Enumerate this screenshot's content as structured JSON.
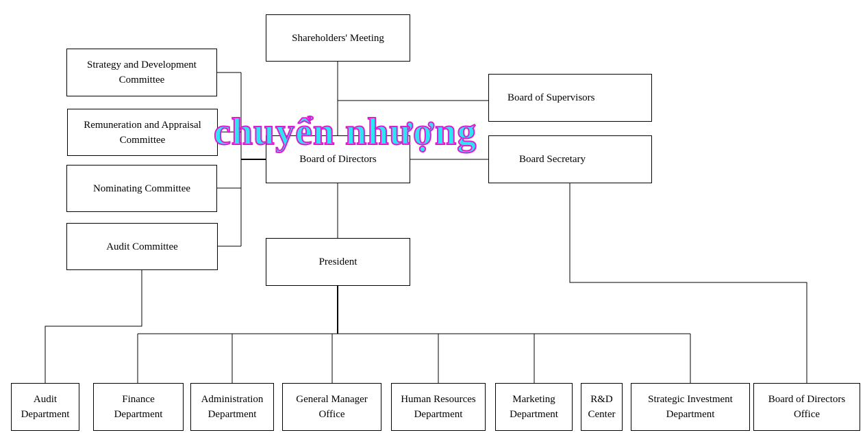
{
  "nodes": {
    "shareholders": "Shareholders' Meeting",
    "supervisors": "Board of Supervisors",
    "directors": "Board of Directors",
    "secretary": "Board Secretary",
    "president": "President",
    "strategy": "Strategy and Development Committee",
    "remuneration": "Remuneration and Appraisal Committee",
    "nominating": "Nominating Committee",
    "audit_committee": "Audit Committee",
    "audit_dept": "Audit Department",
    "finance": "Finance Department",
    "administration": "Administration Department",
    "gm_office": "General Manager Office",
    "hr": "Human Resources Department",
    "marketing": "Marketing Department",
    "rnd": "R&D Center",
    "strategic_inv": "Strategic Investment Department",
    "bod_office": "Board of Directors Office"
  },
  "watermark": "chuyển nhượng"
}
